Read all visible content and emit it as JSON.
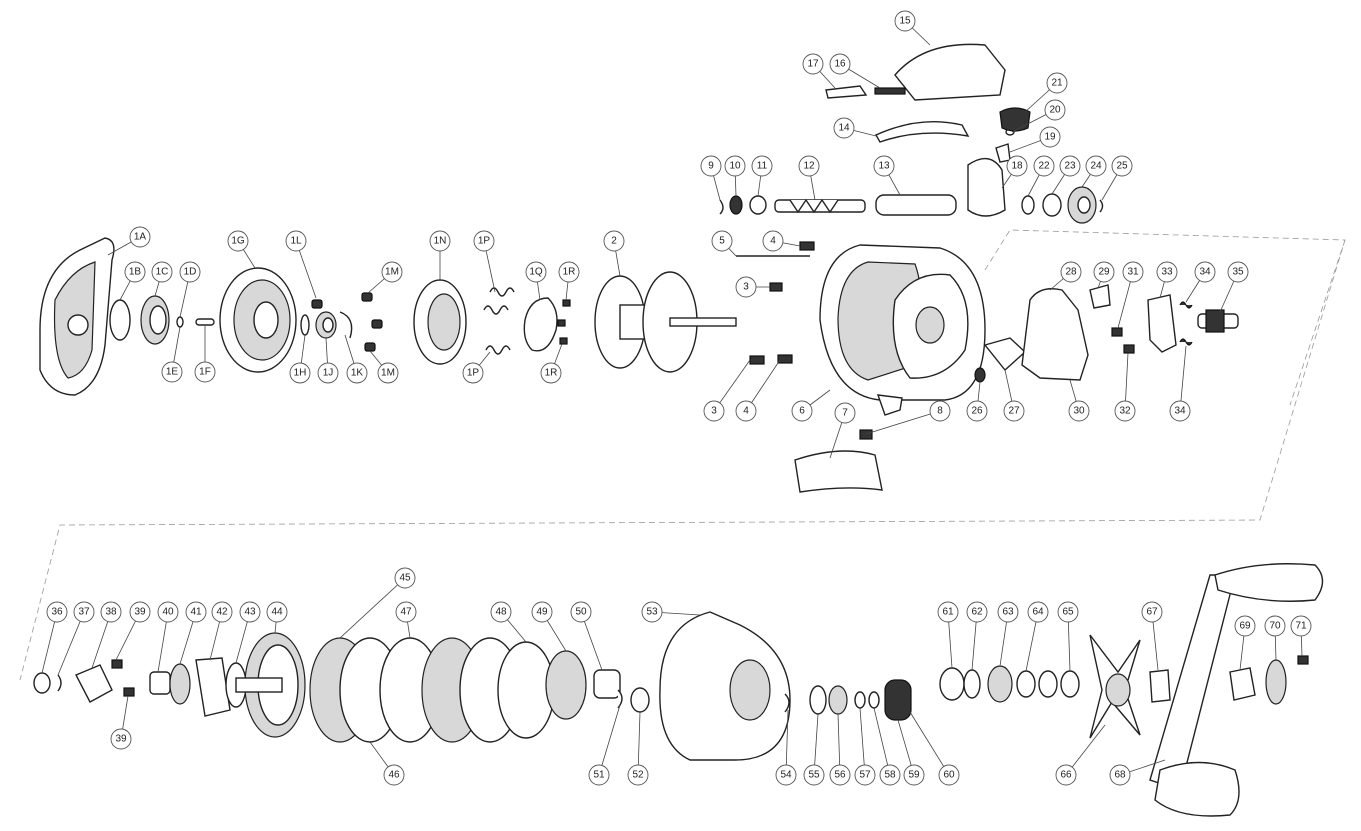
{
  "diagram": {
    "labels": [
      "1A",
      "1B",
      "1C",
      "1D",
      "1E",
      "1F",
      "1G",
      "1H",
      "1J",
      "1K",
      "1L",
      "1M",
      "1N",
      "1P",
      "1Q",
      "1R",
      "2",
      "3",
      "4",
      "5",
      "6",
      "7",
      "8",
      "9",
      "10",
      "11",
      "12",
      "13",
      "14",
      "15",
      "16",
      "17",
      "18",
      "19",
      "20",
      "21",
      "22",
      "23",
      "24",
      "25",
      "26",
      "27",
      "28",
      "29",
      "30",
      "31",
      "32",
      "33",
      "34",
      "35",
      "36",
      "37",
      "38",
      "39",
      "40",
      "41",
      "42",
      "43",
      "44",
      "45",
      "46",
      "47",
      "48",
      "49",
      "50",
      "51",
      "52",
      "53",
      "54",
      "55",
      "56",
      "57",
      "58",
      "59",
      "60",
      "61",
      "62",
      "63",
      "64",
      "65",
      "66",
      "67",
      "68",
      "69",
      "70",
      "71"
    ]
  }
}
